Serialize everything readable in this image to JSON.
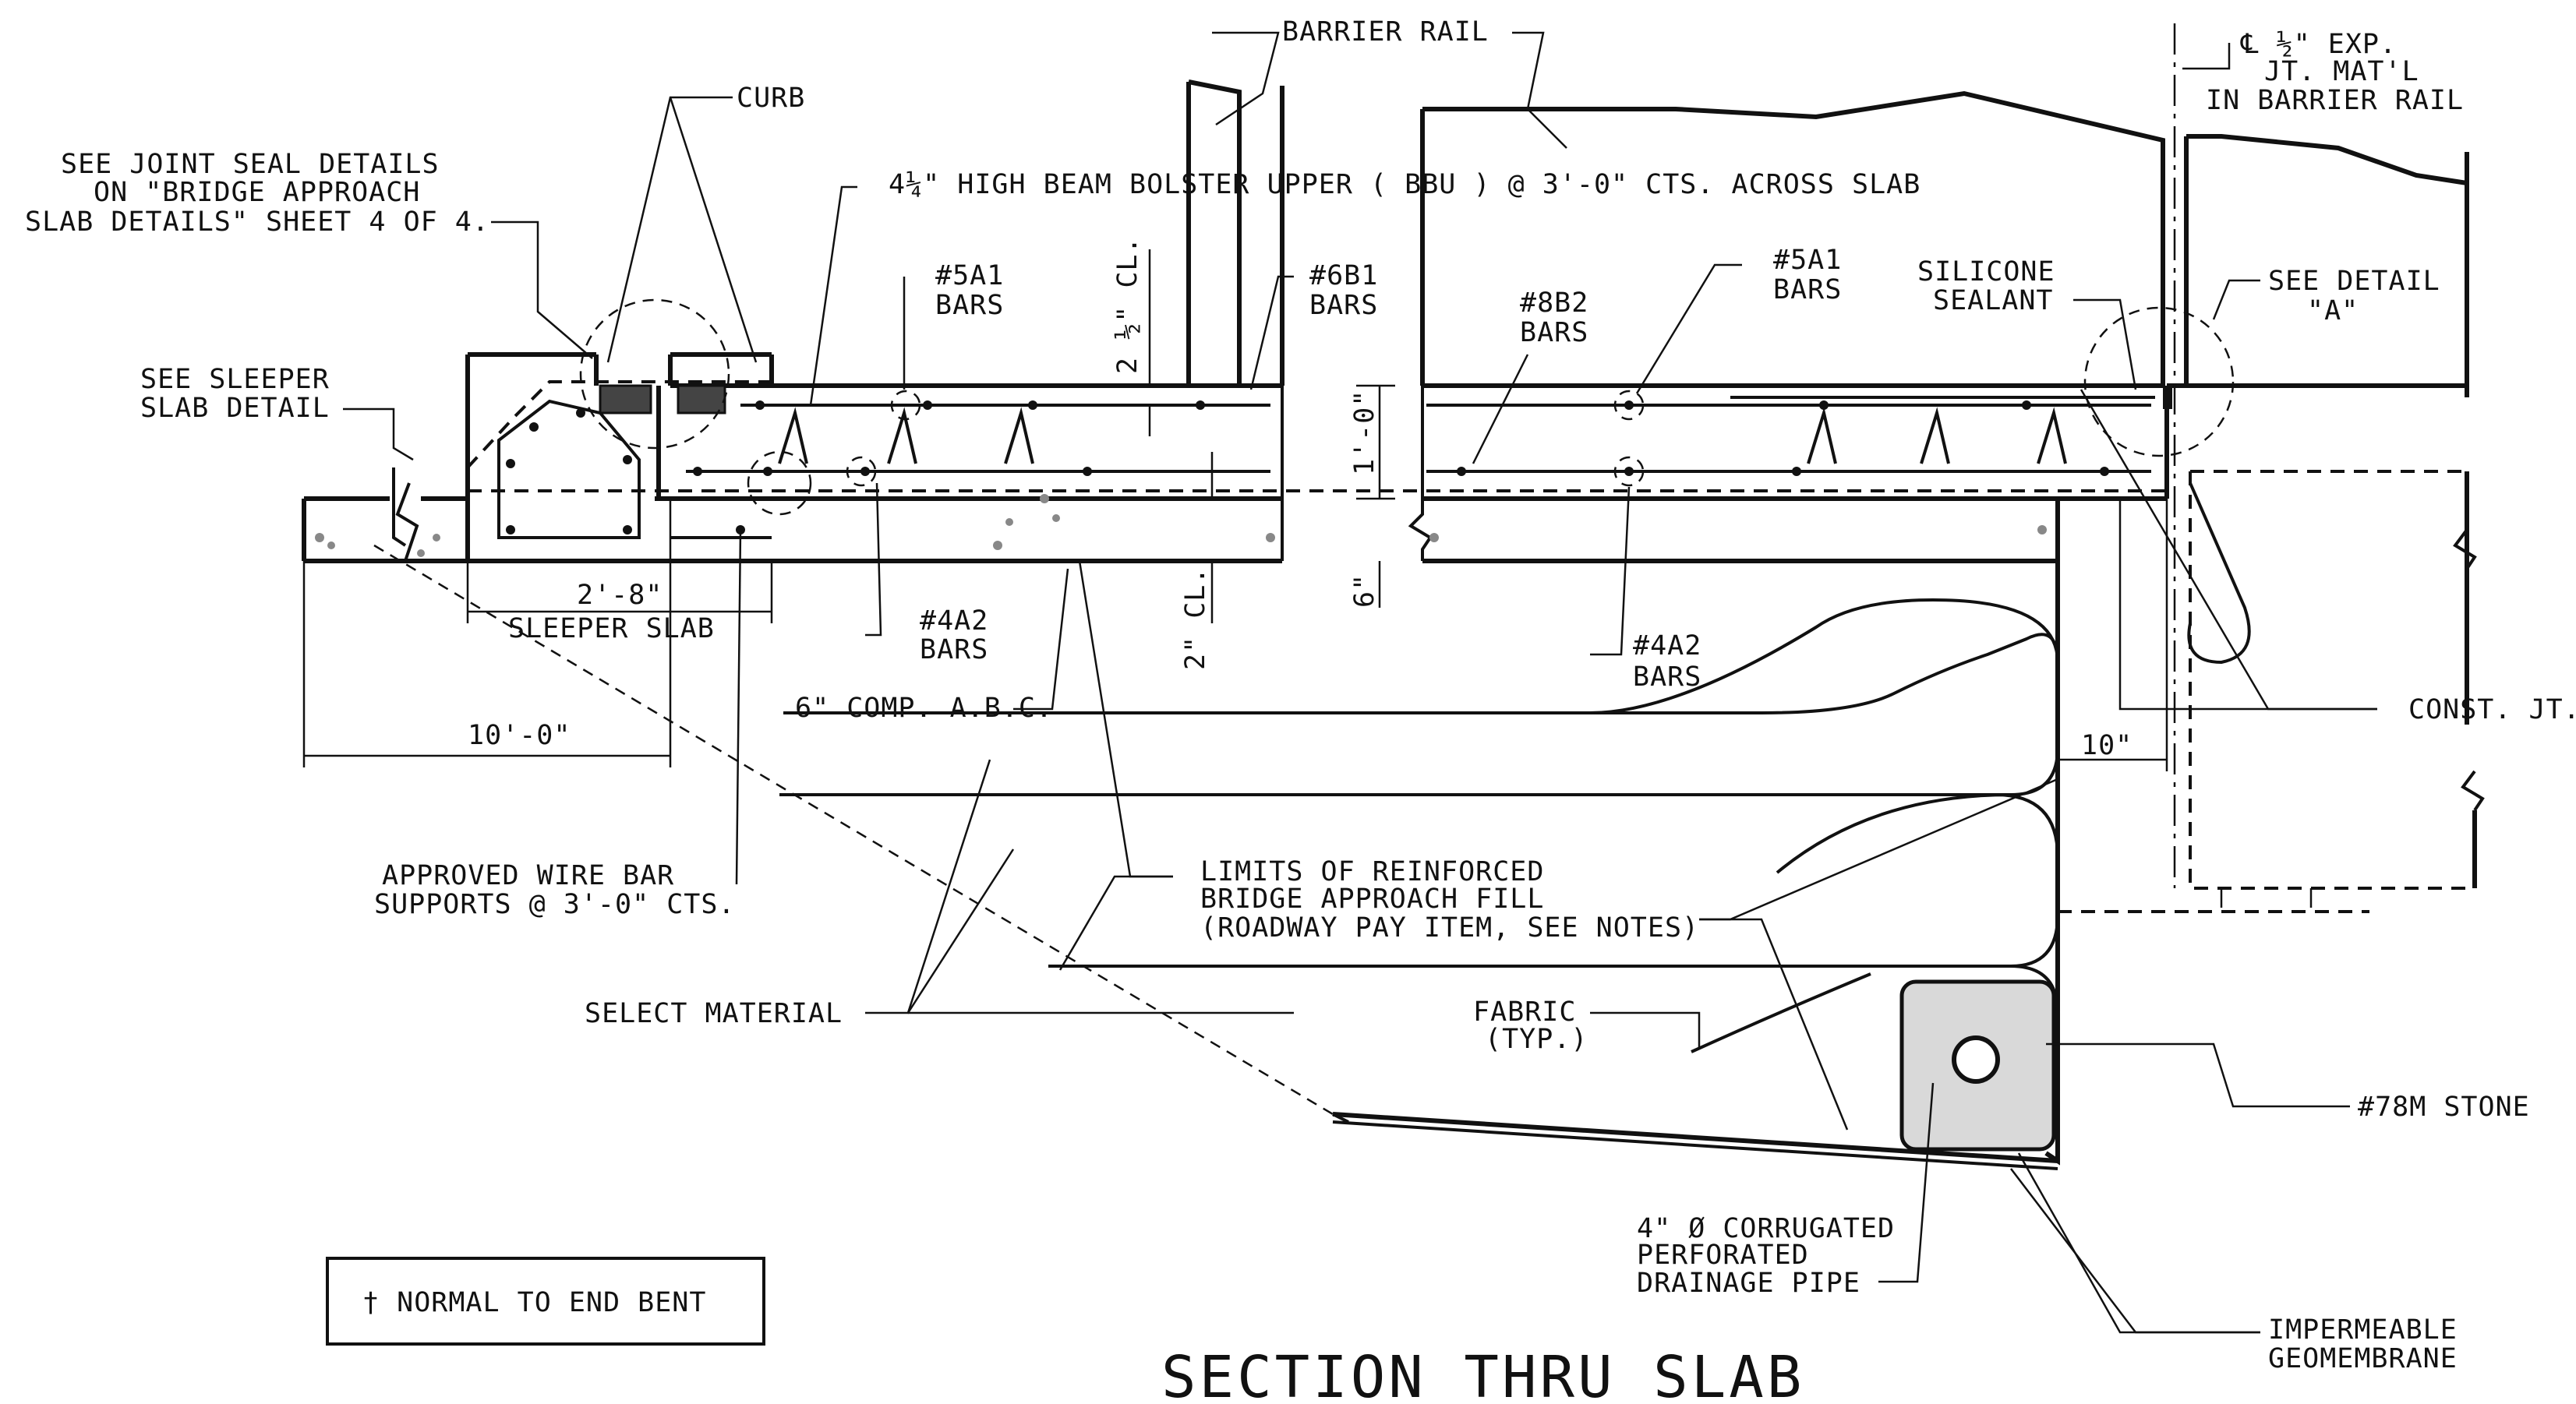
{
  "drawing": {
    "title": "SECTION THRU SLAB",
    "legend": "†  NORMAL TO END BENT",
    "labels": {
      "barrier_rail": "BARRIER RAIL",
      "exp_jt_1": "℄ ½\" EXP.",
      "exp_jt_2": "JT. MAT'L",
      "exp_jt_3": "IN BARRIER RAIL",
      "curb": "CURB",
      "joint_seal_1": "SEE JOINT SEAL DETAILS",
      "joint_seal_2": "ON \"BRIDGE APPROACH",
      "joint_seal_3": "SLAB DETAILS\" SHEET 4 OF 4.",
      "bolster": "4¼\" HIGH BEAM BOLSTER UPPER ( BBU ) @ 3'-0\" CTS. ACROSS SLAB",
      "sleeper_detail_1": "SEE SLEEPER",
      "sleeper_detail_2": "SLAB DETAIL",
      "bars_5a1_left_1": "#5A1",
      "bars_5a1_left_2": "BARS",
      "bars_6b1_1": "#6B1",
      "bars_6b1_2": "BARS",
      "bars_8b2_1": "#8B2",
      "bars_8b2_2": "BARS",
      "bars_5a1_right_1": "#5A1",
      "bars_5a1_right_2": "BARS",
      "silicone_1": "SILICONE",
      "silicone_2": "SEALANT",
      "detail_a_1": "SEE DETAIL",
      "detail_a_2": "\"A\"",
      "clear_top": "2 ½\" CL.",
      "dim_1ft": "1'-0\"",
      "dim_6in": "6\"",
      "clear_bottom": "2\" CL.",
      "dim_sleeper": "2'-8\"",
      "sleeper_slab": "SLEEPER SLAB",
      "bars_4a2_left_1": "#4A2",
      "bars_4a2_left_2": "BARS",
      "bars_4a2_right_1": "#4A2",
      "bars_4a2_right_2": "BARS",
      "abc": "6\" COMP. A.B.C.",
      "dim_10ft": "10'-0\"",
      "dim_10in": "10\"",
      "const_jt": "CONST. JT.",
      "wire_supports_1": "APPROVED WIRE BAR",
      "wire_supports_2": "SUPPORTS @ 3'-0\" CTS.",
      "limits_1": "LIMITS OF REINFORCED",
      "limits_2": "BRIDGE APPROACH FILL",
      "limits_3": "(ROADWAY PAY ITEM, SEE NOTES)",
      "select_material": "SELECT MATERIAL",
      "fabric_1": "FABRIC",
      "fabric_2": "(TYP.)",
      "stone": "#78M STONE",
      "pipe_1": "4\" Ø CORRUGATED",
      "pipe_2": "PERFORATED",
      "pipe_3": "DRAINAGE PIPE",
      "geomembrane_1": "IMPERMEABLE",
      "geomembrane_2": "GEOMEMBRANE"
    }
  }
}
